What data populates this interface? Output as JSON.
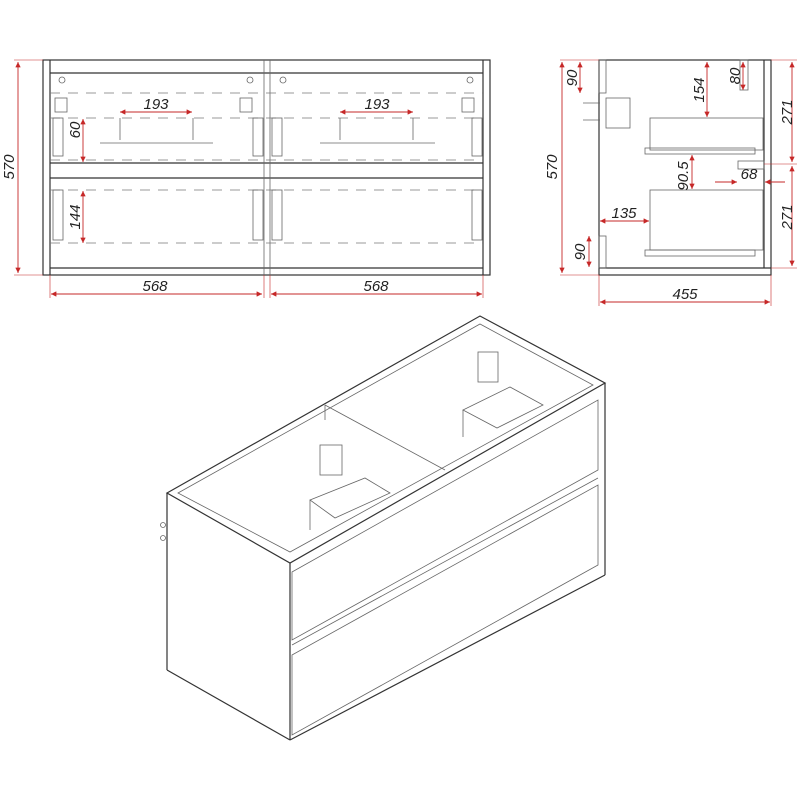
{
  "colors": {
    "dimension": "#c62828",
    "line": "#333333",
    "background": "#ffffff"
  },
  "front_view": {
    "height": "570",
    "width_left": "568",
    "width_right": "568",
    "spacing_left": "193",
    "spacing_right": "193",
    "top_drawer_offset": "60",
    "bottom_drawer_offset": "144"
  },
  "side_view": {
    "height": "570",
    "depth": "455",
    "top_mount": "90",
    "bottom_mount": "90",
    "top_gap": "154",
    "top_rail": "80",
    "upper_drawer_height": "271",
    "lower_drawer_height": "271",
    "drawer_gap": "90.5",
    "handle_recess": "68",
    "back_offset": "135"
  }
}
